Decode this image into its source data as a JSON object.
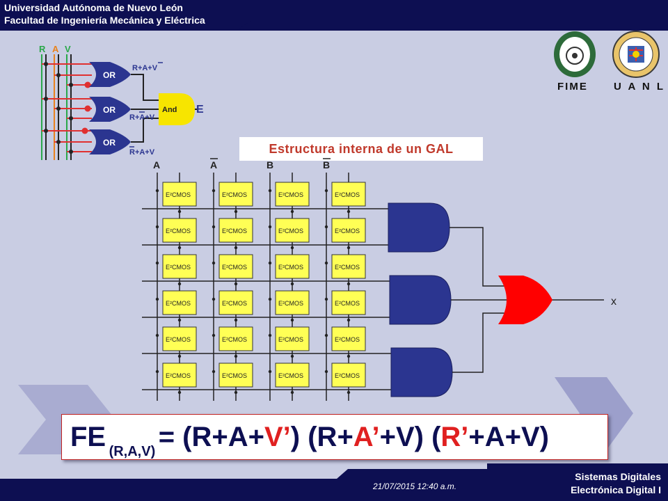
{
  "header": {
    "line1": "Universidad Autónoma de Nuevo León",
    "line2": "Facultad de Ingeniería Mecánica y Eléctrica"
  },
  "footer": {
    "course1": "Sistemas Digitales",
    "course2": "Electrónica Digital I",
    "datetime": "21/07/2015 12:40 a.m."
  },
  "logos": {
    "fime": "FIME",
    "uanl": "U A N L"
  },
  "gal": {
    "title": "Estructura interna de un GAL",
    "inputs": [
      "A",
      "A",
      "B",
      "B"
    ],
    "cell_label": "E²CMOS",
    "output": "x"
  },
  "circuit": {
    "inputs": [
      {
        "label": "R",
        "color": "#2aa84a"
      },
      {
        "label": "A",
        "color": "#e8821e"
      },
      {
        "label": "V",
        "color": "#2aa84a"
      }
    ],
    "or_label": "OR",
    "and_label": "And",
    "terms": [
      "R+A+V",
      "R+A+V",
      "R+A+V"
    ],
    "output": "E"
  },
  "formula": {
    "prefix": "FE",
    "subscript": "(R,A,V)",
    "eq": " = (R+A+",
    "v1": "V’",
    "mid1": ") (R+",
    "a2": "A’",
    "mid2": "+V) (",
    "r3": "R’",
    "end": "+A+V)"
  },
  "colors": {
    "navy": "#0d0f52",
    "gate_blue": "#2b3590",
    "gate_yellow": "#f7e500",
    "gate_red": "#ff0000",
    "cell_yellow": "#ffff55"
  }
}
